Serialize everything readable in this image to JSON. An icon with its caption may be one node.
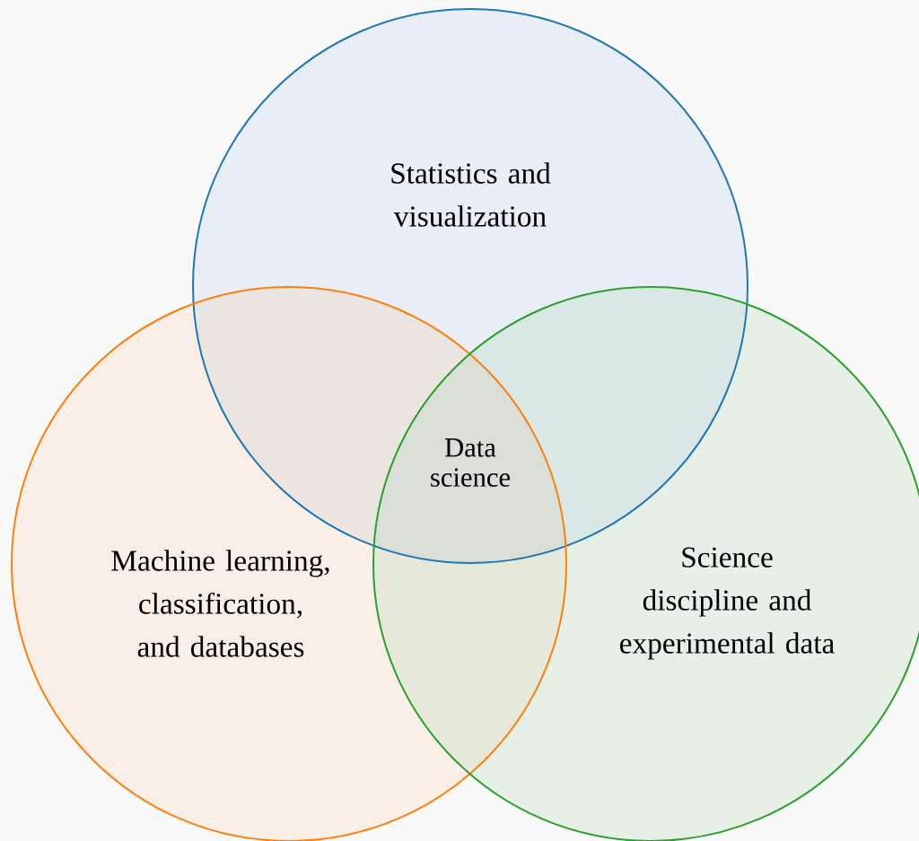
{
  "diagram": {
    "nodes": [
      {
        "text": [
          "Statistics and visualization"
        ]
      },
      {
        "text": [
          "Machine learning, classification, and databases"
        ]
      },
      {
        "text": [
          "Science discipline and experimental data"
        ]
      }
    ],
    "labels": [
      "Data science"
    ]
  }
}
